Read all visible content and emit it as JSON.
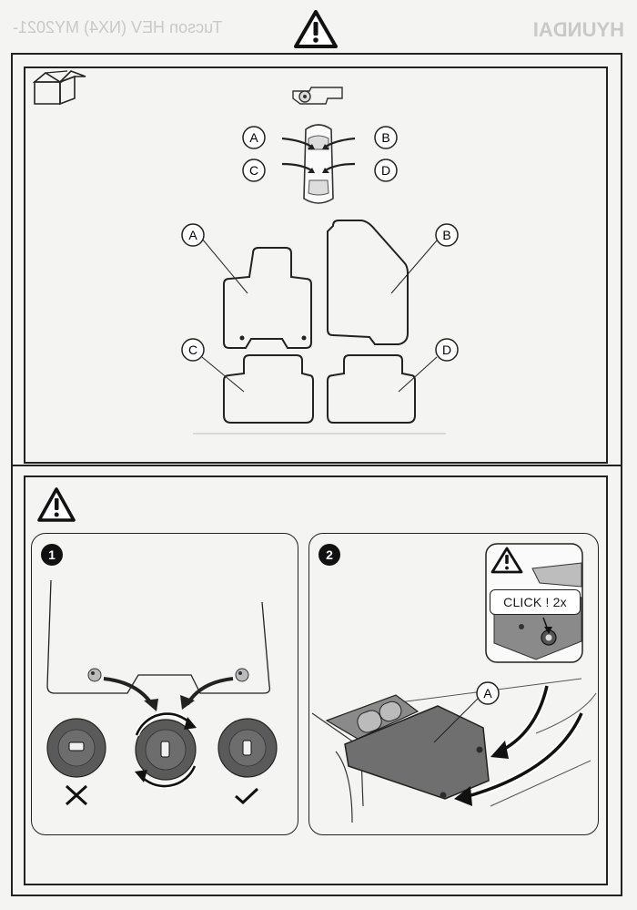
{
  "header": {
    "ghost_brand": "HYUNDAI",
    "ghost_model": "Tucson HEV (NX4) MY2021-"
  },
  "top_section": {
    "position_labels": [
      "A",
      "B",
      "C",
      "D"
    ],
    "mat_labels": [
      "A",
      "B",
      "C",
      "D"
    ]
  },
  "step1": {
    "number": "1"
  },
  "step2": {
    "number": "2",
    "callout": "CLICK ! 2x",
    "mat_label": "A"
  },
  "colors": {
    "line": "#222222",
    "mat_fill": "#6f6f6f",
    "button_fill": "#2b2b2b",
    "background": "#f4f4f2"
  },
  "icons": [
    "warning-icon",
    "box-icon",
    "steering-wheel-icon",
    "car-top-icon",
    "cross-icon",
    "check-icon"
  ]
}
